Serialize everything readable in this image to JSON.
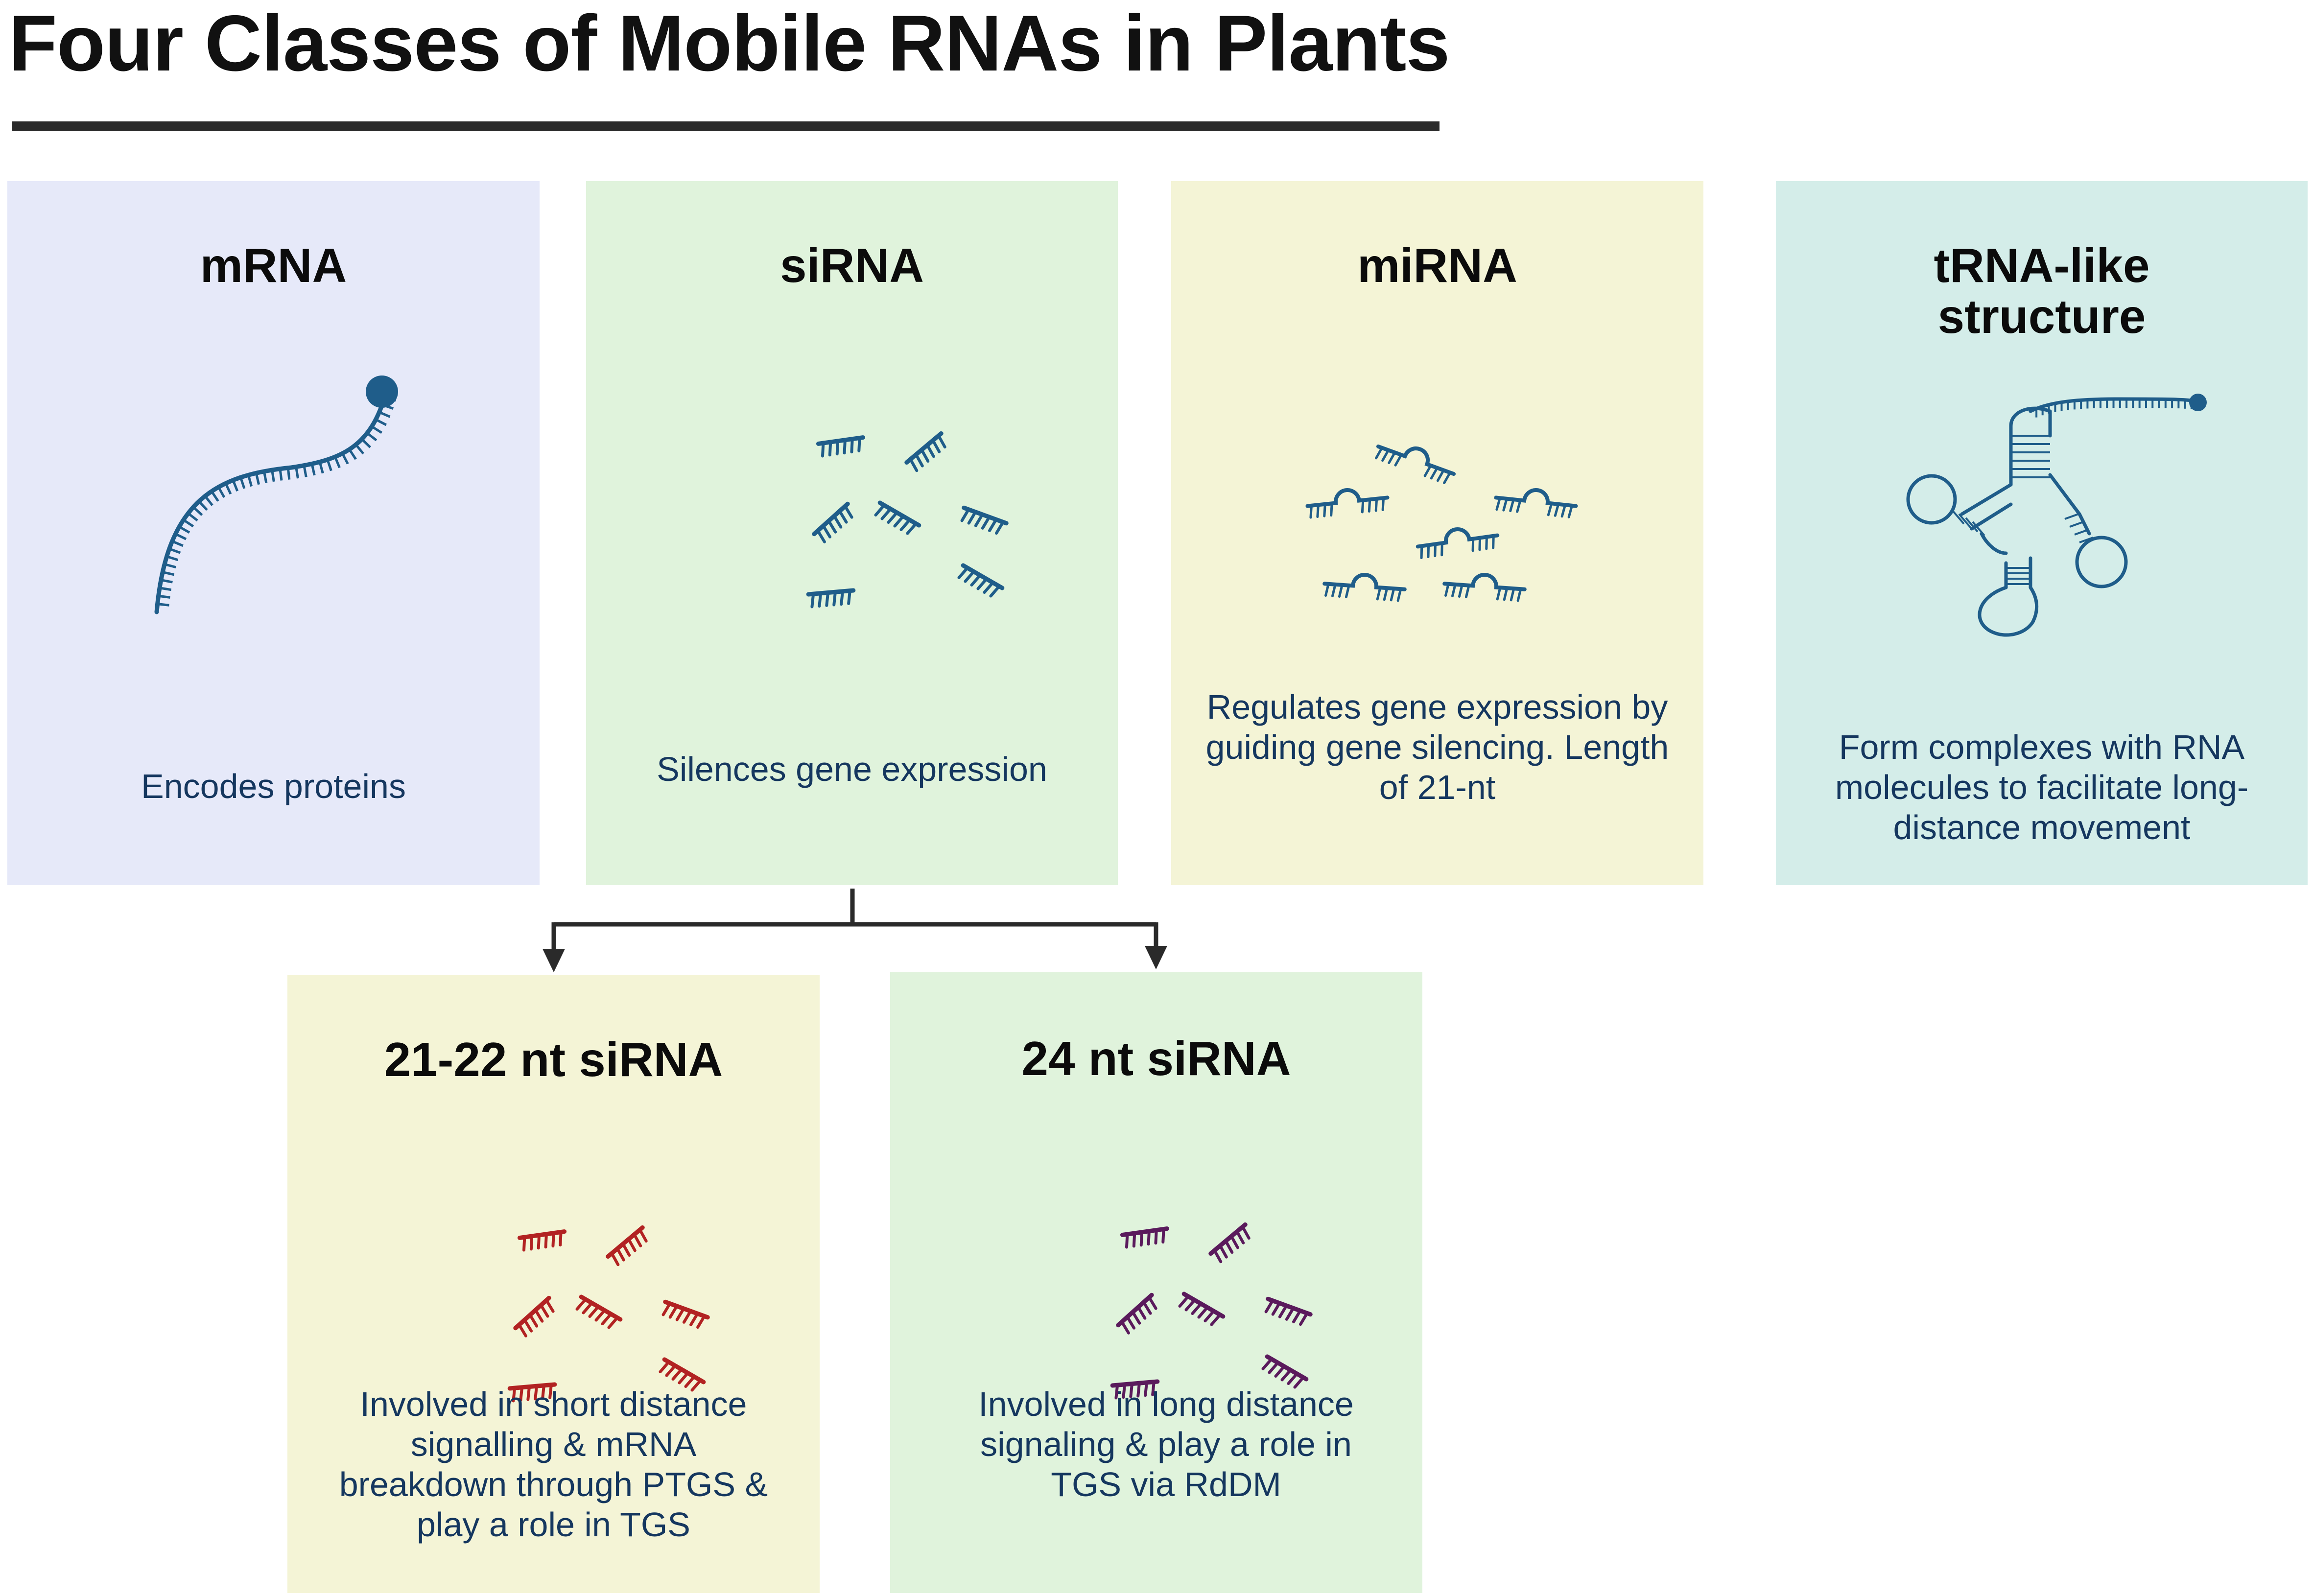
{
  "title": "Four Classes of Mobile RNAs in Plants",
  "colors": {
    "mrna_panel": "#e6e9f9",
    "sirna_panel": "#e0f3dc",
    "mirna_panel": "#f4f4d6",
    "trna_panel": "#d4ede9",
    "sirna_2122_panel": "#f4f4d6",
    "sirna_24_panel": "#e0f3dc",
    "rna_blue": "#1f5d8a",
    "rna_red": "#b22222",
    "rna_purple": "#5a1a5c",
    "connector": "#2a2a2a"
  },
  "classes": {
    "mrna": {
      "heading": "mRNA",
      "description": "Encodes proteins"
    },
    "sirna": {
      "heading": "siRNA",
      "description": "Silences gene expression"
    },
    "mirna": {
      "heading": "miRNA",
      "description": "Regulates gene expression by guiding gene silencing. Length of 21-nt"
    },
    "trna": {
      "heading": "tRNA-like structure",
      "description": "Form complexes with RNA molecules to facilitate long-distance movement"
    }
  },
  "sirna_subclasses": {
    "short": {
      "heading": "21-22 nt siRNA",
      "description": "Involved in short distance signalling & mRNA breakdown through PTGS & play a role in TGS"
    },
    "long": {
      "heading": "24 nt siRNA",
      "description": "Involved in long distance signaling & play a role in TGS via RdDM"
    }
  }
}
